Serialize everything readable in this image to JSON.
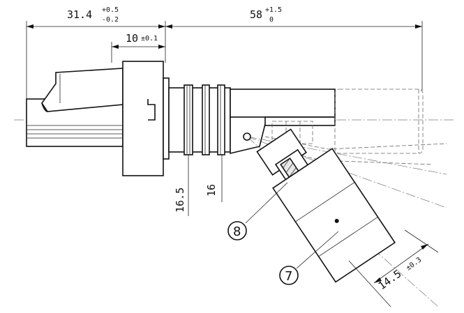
{
  "dimensions": {
    "overall_left": {
      "value": "31.4",
      "tol_upper": "+0.5",
      "tol_lower": "-0.2"
    },
    "overall_right": {
      "value": "58",
      "tol_upper": "+1.5",
      "tol_lower": "0"
    },
    "flange": {
      "value": "10",
      "tol": "±0.1"
    },
    "diameter_outer": {
      "value": "16.5"
    },
    "diameter_inner": {
      "value": "16"
    },
    "sensor_width": {
      "value": "14.5",
      "tol": "±0.3"
    }
  },
  "callouts": [
    {
      "label": "8"
    },
    {
      "label": "7"
    }
  ]
}
